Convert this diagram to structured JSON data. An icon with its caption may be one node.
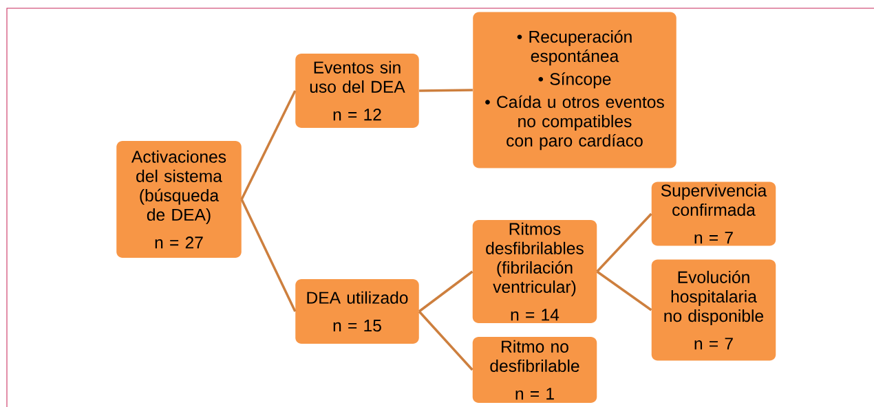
{
  "diagram": {
    "nodes": [
      {
        "text": [
          "Activaciones del sistema (búsqueda de DEA)",
          "n = 27"
        ]
      },
      {
        "text": [
          "Eventos sin uso del DEA",
          "n = 12"
        ]
      },
      {
        "text": [
          "• Recuperación espontánea",
          "• Síncope",
          "• Caída u otros eventos no compatibles con paro cardíaco"
        ]
      },
      {
        "text": [
          "DEA utilizado",
          "n = 15"
        ]
      },
      {
        "text": [
          "Ritmos desfibrilables (fibrilación ventricular)",
          "n = 14"
        ]
      },
      {
        "text": [
          "Ritmo no desfibrilable",
          "n = 1"
        ]
      },
      {
        "text": [
          "Supervivencia confirmada",
          "n = 7"
        ]
      },
      {
        "text": [
          "Evolución hospitalaria no disponible",
          "n = 7"
        ]
      }
    ],
    "edges": [
      {
        "from": 0,
        "to": 1,
        "arrow": "none"
      },
      {
        "from": 0,
        "to": 3,
        "arrow": "none"
      },
      {
        "from": 1,
        "to": 2,
        "arrow": "none"
      },
      {
        "from": 3,
        "to": 4,
        "arrow": "none"
      },
      {
        "from": 3,
        "to": 5,
        "arrow": "none"
      },
      {
        "from": 4,
        "to": 6,
        "arrow": "none"
      },
      {
        "from": 4,
        "to": 7,
        "arrow": "none"
      }
    ]
  }
}
